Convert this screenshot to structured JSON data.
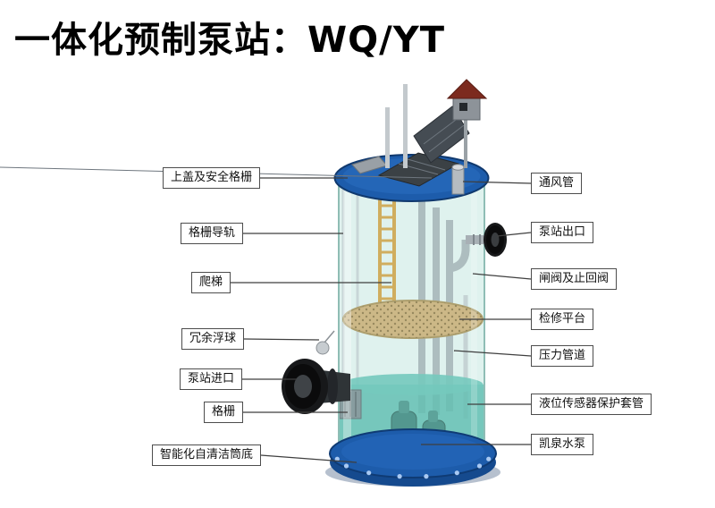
{
  "title": "一体化预制泵站：WQ/YT",
  "labels_left": [
    "上盖及安全格栅",
    "格栅导轨",
    "爬梯",
    "冗余浮球",
    "泵站进口",
    "格栅",
    "智能化自清洁筒底"
  ],
  "labels_right": [
    "通风管",
    "泵站出口",
    "闸阀及止回阀",
    "检修平台",
    "压力管道",
    "液位传感器保护套管",
    "凯泉水泵"
  ],
  "colors": {
    "lid_blue": "#1d5cab",
    "lid_inner": "#2a6cc0",
    "glass": "#bfe4dc",
    "glass_edge": "#8fbdb5",
    "water": "#45b3a5",
    "platform_tan": "#d2a96a",
    "ladder_yellow": "#d79a33",
    "pipe_gray": "#a8b0b5",
    "pump_teal": "#2f7d74",
    "leader_line": "#3f3f3f",
    "flange_black": "#0b0b0c",
    "roof_red": "#7c2a1e"
  }
}
